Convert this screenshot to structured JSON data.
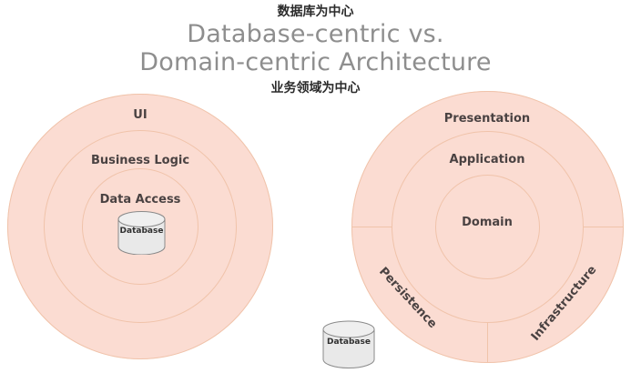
{
  "title": {
    "line1": "Database-centric vs.",
    "line2": "Domain-centric Architecture",
    "annotation_top": "数据库为中心",
    "annotation_bottom": "业务领域为中心",
    "color": "#8e8e8e"
  },
  "colors": {
    "ring_fill": "#fbdcd2",
    "ring_stroke": "#f0c3aa",
    "label_text": "#4a4242",
    "cylinder_fill": "#e8e8e8",
    "cylinder_stroke": "#8a8a8a",
    "background": "#ffffff"
  },
  "left_diagram": {
    "name": "Database-centric Architecture",
    "layers": [
      {
        "label": "UI",
        "level": 1
      },
      {
        "label": "Business Logic",
        "level": 2
      },
      {
        "label": "Data Access",
        "level": 3
      }
    ],
    "center_element": {
      "label": "Database",
      "shape": "cylinder"
    }
  },
  "right_diagram": {
    "name": "Domain-centric Architecture",
    "layers": [
      {
        "label": "Presentation",
        "level": 1
      },
      {
        "label": "Application",
        "level": 2
      },
      {
        "label": "Domain",
        "level": 3
      }
    ],
    "outer_segments": [
      {
        "label": "Persistence",
        "position": "bottom-left"
      },
      {
        "label": "Infrastructure",
        "position": "bottom-right"
      }
    ]
  },
  "external_element": {
    "label": "Database",
    "shape": "cylinder"
  }
}
